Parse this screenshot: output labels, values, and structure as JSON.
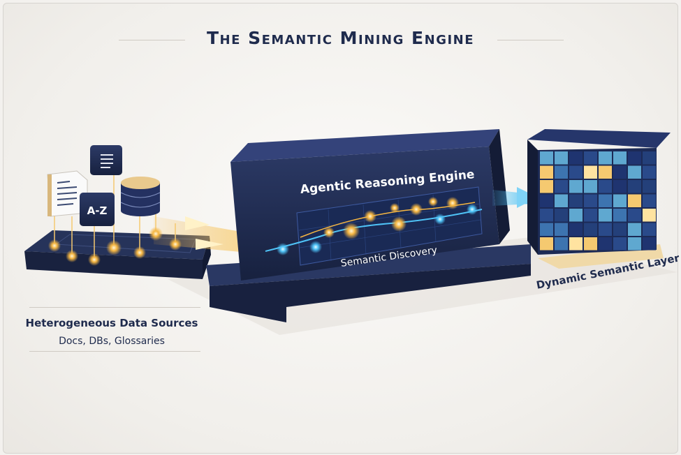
{
  "title": "The Semantic Mining Engine",
  "sources": {
    "heading": "Heterogeneous Data Sources",
    "subheading": "Docs, DBs, Glossaries",
    "glossary_icon_text": "A-Z"
  },
  "engine": {
    "heading": "Agentic Reasoning Engine",
    "subheading": "Semantic Discovery"
  },
  "output": {
    "heading": "Dynamic Semantic Layer"
  },
  "colors": {
    "navy": "#1f2b4d",
    "glow": "#f5b642",
    "cyan": "#4fc3f7"
  }
}
